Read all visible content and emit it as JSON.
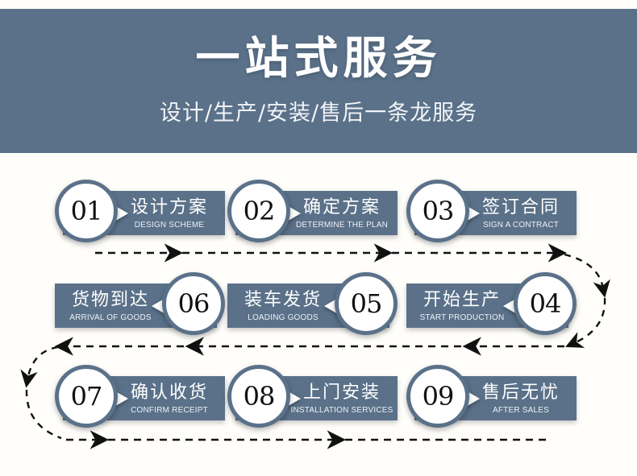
{
  "header": {
    "title": "一站式服务",
    "subtitle": "设计/生产/安装/售后一条龙服务",
    "background_color": "#5a7189",
    "text_color": "#ffffff"
  },
  "theme": {
    "accent": "#5a7189",
    "page_background": "#fffefb",
    "circle_fill": "#ffffff",
    "number_color": "#111111",
    "arrow_color": "#111111"
  },
  "flow": {
    "rows": [
      {
        "direction": "ltr",
        "cards": [
          {
            "number": "01",
            "cn": "设计方案",
            "en": "DESIGN SCHEME"
          },
          {
            "number": "02",
            "cn": "确定方案",
            "en": "DETERMINE THE PLAN"
          },
          {
            "number": "03",
            "cn": "签订合同",
            "en": "SIGN A CONTRACT"
          }
        ]
      },
      {
        "direction": "rtl",
        "cards": [
          {
            "number": "06",
            "cn": "货物到达",
            "en": "ARRIVAL OF GOODS"
          },
          {
            "number": "05",
            "cn": "装车发货",
            "en": "LOADING GOODS"
          },
          {
            "number": "04",
            "cn": "开始生产",
            "en": "START PRODUCTION"
          }
        ]
      },
      {
        "direction": "ltr",
        "cards": [
          {
            "number": "07",
            "cn": "确认收货",
            "en": "CONFIRM RECEIPT"
          },
          {
            "number": "08",
            "cn": "上门安装",
            "en": "INSTALLATION SERVICES"
          },
          {
            "number": "09",
            "cn": "售后无忧",
            "en": "AFTER SALES"
          }
        ]
      }
    ],
    "connectors": [
      {
        "name": "row1-to-row2",
        "style": "dashed",
        "direction": "left-to-right-then-down-right-edge"
      },
      {
        "name": "row2-to-row3",
        "style": "dashed",
        "direction": "right-to-left-then-down-left-edge"
      },
      {
        "name": "row3-outflow",
        "style": "dashed",
        "direction": "left-to-right"
      }
    ]
  }
}
